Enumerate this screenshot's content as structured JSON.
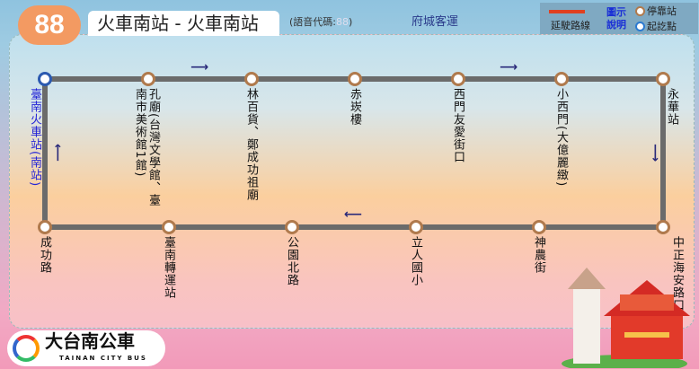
{
  "route": {
    "number": "88",
    "title": "火車南站 - 火車南站",
    "voice_code_label": "(語音代碼:",
    "voice_code": "88",
    "voice_code_close": ")",
    "operator": "府城客運"
  },
  "legend": {
    "extension_line": "延駛路線",
    "explanation": "圖示說明",
    "stop": "停靠站",
    "terminal": "起訖點",
    "line_color": "#e04020"
  },
  "stops_top": [
    "臺南火車站(南站)",
    "孔廟(台灣文學館、臺南市美術館1館)",
    "林百貨、鄭成功祖廟",
    "赤崁樓",
    "西門友愛街口",
    "小西門(大億麗緻)",
    "永華站"
  ],
  "stops_bottom": [
    "中正海安路口",
    "神農街",
    "立人國小",
    "公園北路",
    "臺南轉運站",
    "成功路"
  ],
  "logo": {
    "name": "大台南公車",
    "sub": "TAINAN CITY BUS"
  }
}
